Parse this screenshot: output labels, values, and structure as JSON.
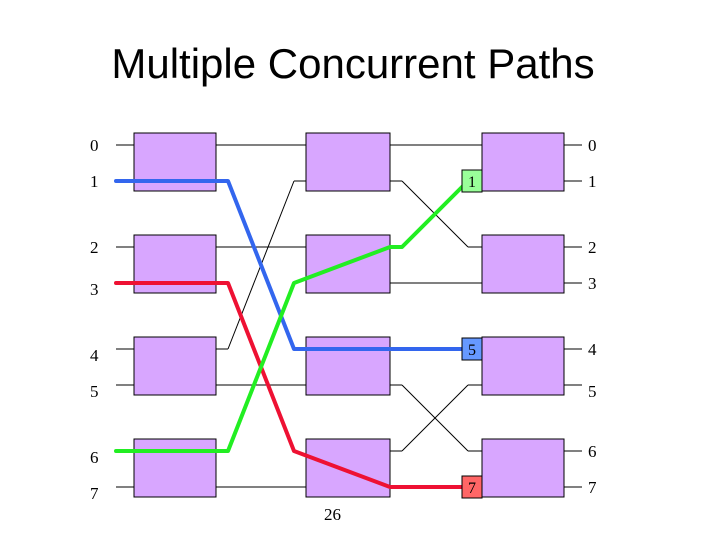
{
  "title": "Multiple Concurrent Paths",
  "page_number": "26",
  "input_labels": [
    "0",
    "1",
    "2",
    "3",
    "4",
    "5",
    "6",
    "7"
  ],
  "output_labels": [
    "0",
    "1",
    "2",
    "3",
    "4",
    "5",
    "6",
    "7"
  ],
  "path_tags": [
    {
      "text": "1",
      "color": "#99ff99"
    },
    {
      "text": "5",
      "color": "#6699ff"
    },
    {
      "text": "7",
      "color": "#ff6666"
    }
  ],
  "colors": {
    "switch_fill": "#d8a6ff",
    "path_blue": "#3366ee",
    "path_red": "#ee1133",
    "path_green": "#22ee22",
    "wire": "#000000"
  }
}
